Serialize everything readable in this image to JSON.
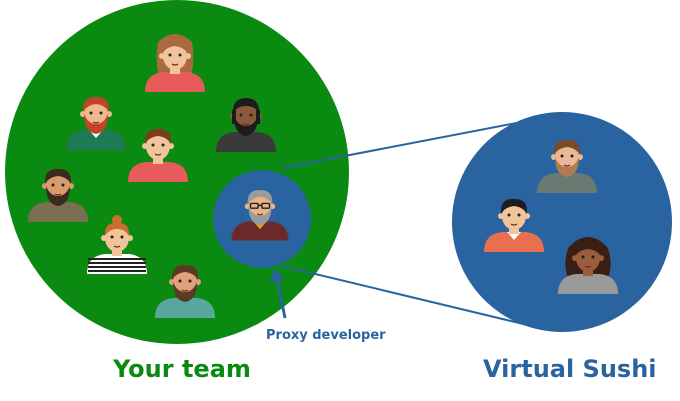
{
  "labels": {
    "team": "Your team",
    "proxy": "Proxy developer",
    "sushi": "Virtual Sushi"
  },
  "colors": {
    "team_circle": "#0b8a12",
    "sushi_circle": "#2a64a0",
    "proxy_circle": "#2a64a0",
    "team_text": "#0b8a12",
    "sushi_text": "#2a64a0",
    "connector": "#2a64a0",
    "background": "#ffffff"
  },
  "team_members": [
    {
      "name": "woman-long-hair-avatar"
    },
    {
      "name": "man-red-hair-avatar"
    },
    {
      "name": "man-dreadlocks-avatar"
    },
    {
      "name": "woman-short-hair-avatar"
    },
    {
      "name": "man-beard-avatar"
    },
    {
      "name": "woman-bun-striped-avatar"
    },
    {
      "name": "man-beard-teal-avatar"
    }
  ],
  "proxy_member": {
    "name": "grey-haired-glasses-avatar"
  },
  "sushi_members": [
    {
      "name": "man-brown-hair-avatar"
    },
    {
      "name": "man-dark-hair-orange-avatar"
    },
    {
      "name": "woman-curly-hair-avatar"
    }
  ]
}
